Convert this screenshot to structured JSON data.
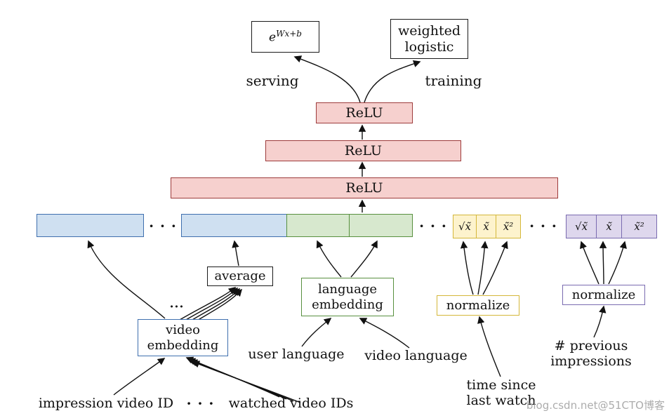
{
  "top": {
    "serving_box": {
      "base": "e",
      "exp": "Wx+b"
    },
    "training_box": {
      "line1": "weighted",
      "line2": "logistic"
    },
    "serving_label": "serving",
    "training_label": "training"
  },
  "relu_layers": [
    "ReLU",
    "ReLU",
    "ReLU"
  ],
  "features": {
    "dots": "· · ·",
    "yellow_cells": [
      "√x̃",
      "x̃",
      "x̃²"
    ],
    "purple_cells": [
      "√x̃",
      "x̃",
      "x̃²"
    ]
  },
  "boxes": {
    "average": "average",
    "video_embedding": {
      "line1": "video",
      "line2": "embedding"
    },
    "language_embedding": {
      "line1": "language",
      "line2": "embedding"
    },
    "normalize_time": "normalize",
    "normalize_impressions": "normalize",
    "video_dots": "···"
  },
  "inputs": {
    "impression_video_id": "impression video ID",
    "bottom_dots": "· · ·",
    "watched_video_ids": "watched video IDs",
    "user_language": "user language",
    "video_language": "video language",
    "time_since": {
      "line1": "time since",
      "line2": "last watch"
    },
    "prev_impressions": {
      "line1": "# previous",
      "line2": "impressions"
    }
  },
  "watermark": "blog.csdn.net@51CTO博客",
  "colors": {
    "relu_fill": "#f6d0ce",
    "relu_stroke": "#9d3b3b",
    "blue_fill": "#cfe0f1",
    "blue_stroke": "#3f6fae",
    "green_fill": "#d7e8ce",
    "green_stroke": "#58903f",
    "yellow_fill": "#fdf3cd",
    "yellow_stroke": "#d4b73a",
    "purple_fill": "#ded7ed",
    "purple_stroke": "#7a6bb0"
  }
}
